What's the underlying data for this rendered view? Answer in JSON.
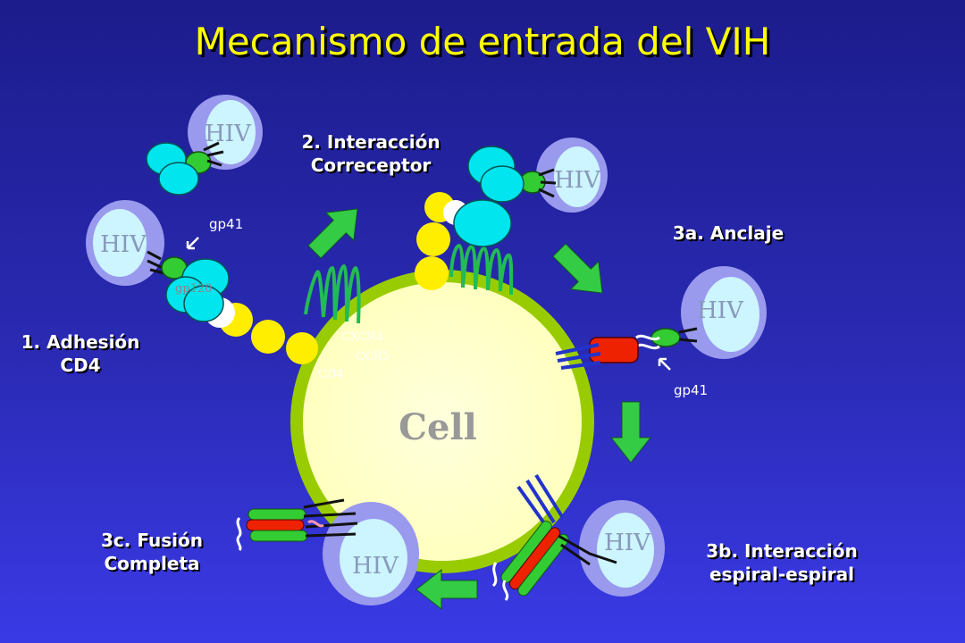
{
  "title": "Mecanismo de entrada del VIH",
  "cell_label": "Cell",
  "virus_label": "HIV",
  "steps": {
    "adhesion": [
      "1.  Adhesión",
      "CD4"
    ],
    "coreceptor": [
      "2. Interacción",
      "Correceptor"
    ],
    "anchor": "3a. Anclaje",
    "coiled_coil": [
      "3b. Interacción",
      "espiral-espiral"
    ],
    "fusion": [
      "3c. Fusión",
      "Completa"
    ]
  },
  "molecules": {
    "gp41": "gp41",
    "gp120": "gp120",
    "cxcr4": "CXCR4",
    "ccr5": "CCR5",
    "cd4": "CD4"
  },
  "colors": {
    "background": "#2a2ab4",
    "title": "#ffff00",
    "cell_membrane": "#99cc00",
    "cell_interior": "#ffffcc",
    "virus_outer": "#9999ee",
    "virus_inner": "#ccf5ff",
    "gp120": "#00e5ee",
    "gp41": "#33cc33",
    "cd4": "#ffee00",
    "arrow": "#33cc44"
  }
}
